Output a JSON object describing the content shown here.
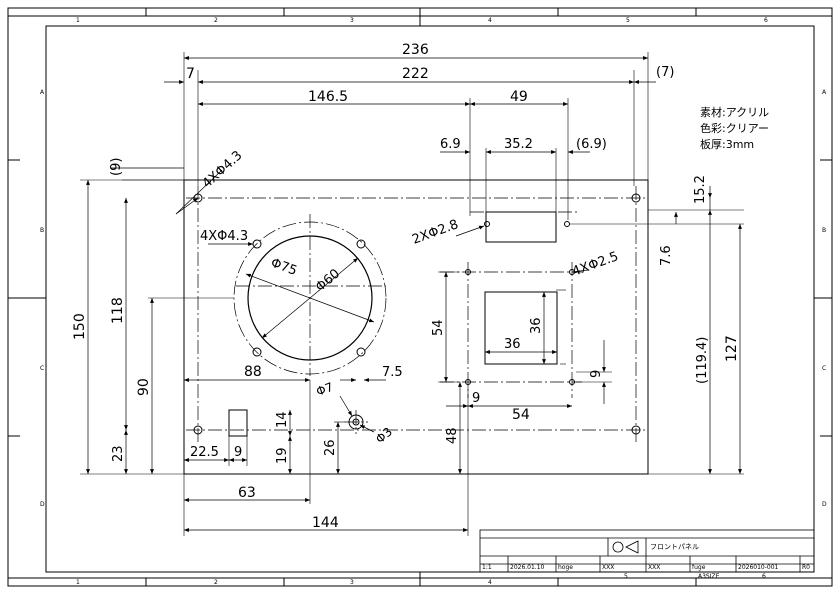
{
  "border_labels": {
    "columns": [
      "1",
      "2",
      "3",
      "4",
      "5",
      "6"
    ],
    "rows": [
      "A",
      "B",
      "C",
      "D"
    ]
  },
  "notes": {
    "material": "素材:アクリル",
    "color": "色彩:クリアー",
    "thickness": "板厚:3mm"
  },
  "dimensions": {
    "overall_width": "236",
    "inner_width": "222",
    "left_offset": "7",
    "right_offset": "(7)",
    "width_146_5": "146.5",
    "width_49": "49",
    "gap_6_9": "6.9",
    "width_35_2": "35.2",
    "gap_6_9_ref": "(6.9)",
    "left_gap_9_ref": "(9)",
    "holes_4x43_top": "4XΦ4.3",
    "holes_4x43_circle": "4XΦ4.3",
    "dia_75": "Φ75",
    "dia_60": "Φ60",
    "holes_2x28": "2XΦ2.8",
    "holes_4x25": "4XΦ2.5",
    "top_15_2": "15.2",
    "right_7_6": "7.6",
    "right_119_4_ref": "(119.4)",
    "right_127": "127",
    "height_150": "150",
    "height_118": "118",
    "height_90": "90",
    "height_23": "23",
    "width_88": "88",
    "gap_7_5": "7.5",
    "dia_7": "Φ7",
    "dia_3": "Φ3",
    "height_26": "26",
    "height_14": "14",
    "height_19": "19",
    "width_22_5": "22.5",
    "width_9_small": "9",
    "width_63": "63",
    "width_144": "144",
    "height_54": "54",
    "height_36": "36",
    "width_36": "36",
    "height_9": "9",
    "width_9_rect": "9",
    "width_54": "54",
    "height_48": "48"
  },
  "title_block": {
    "part_name": "フロントパネル",
    "scale": "1:1",
    "date": "2026.01.10",
    "designer": "hoge",
    "checker": "XXX",
    "approver": "XXX",
    "author": "fuge",
    "drawing_number": "2026010-001",
    "revision": "R0",
    "size": "A3SIZE",
    "column_5": "5",
    "column_6": "6"
  }
}
